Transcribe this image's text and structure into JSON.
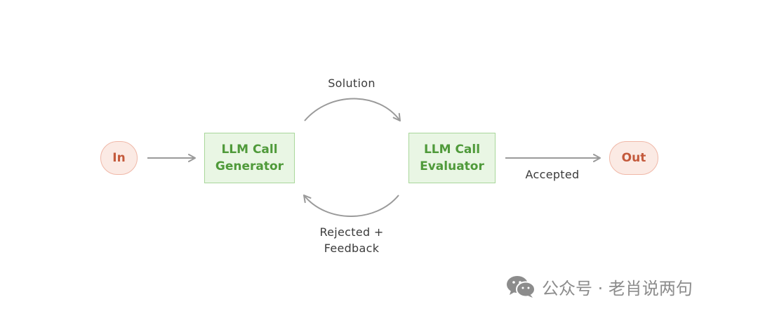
{
  "nodes": {
    "input": "In",
    "output": "Out",
    "generator": {
      "line1": "LLM Call",
      "line2": "Generator"
    },
    "evaluator": {
      "line1": "LLM Call",
      "line2": "Evaluator"
    }
  },
  "edges": {
    "solution": "Solution",
    "accepted": "Accepted",
    "rejected": {
      "line1": "Rejected +",
      "line2": "Feedback"
    }
  },
  "watermark": {
    "text": "公众号 · 老肖说两句",
    "icon": "wechat-icon"
  },
  "colors": {
    "pill_fill": "#fbeae4",
    "pill_border": "#f0b8a8",
    "pill_text": "#c45a3c",
    "box_fill": "#e9f6e4",
    "box_border": "#a9d79a",
    "box_text": "#4f9a3a",
    "arrow": "#9a9a9a",
    "label_text": "#3b3b3b",
    "watermark": "#8c8c8c"
  }
}
